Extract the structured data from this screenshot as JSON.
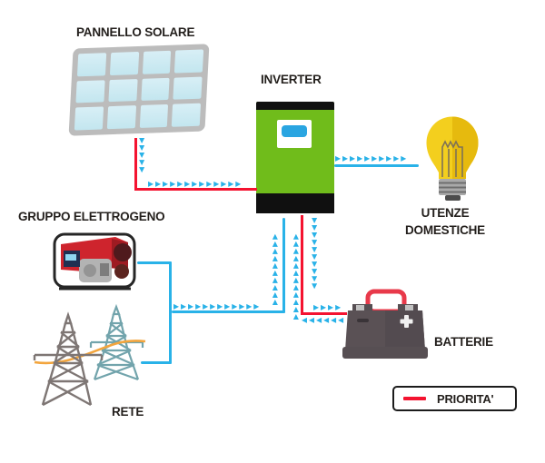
{
  "labels": {
    "solar_panel": "PANNELLO SOLARE",
    "inverter": "INVERTER",
    "household_line1": "UTENZE",
    "household_line2": "DOMESTICHE",
    "generator": "GRUPPO ELETTROGENO",
    "grid": "RETE",
    "battery": "BATTERIE"
  },
  "legend": {
    "label": "PRIORITA'",
    "line_color": "#f41330"
  },
  "icons": {
    "flow_arrow_glyph": "▸",
    "solar_panel": "solar-panel-icon",
    "inverter": "inverter-icon",
    "household": "lightbulb-icon",
    "generator": "generator-icon",
    "grid": "power-towers-icon",
    "battery": "battery-icon"
  },
  "colors": {
    "flow_cyan": "#29b2e8",
    "priority_red": "#f41330",
    "inverter_green": "#70bc1b",
    "bulb_yellow": "#f3cf1e",
    "battery_gray": "#5a5155",
    "generator_red": "#ce242d",
    "tower_gray": "#7e7674",
    "tower_teal": "#72a4ac",
    "wire_orange": "#f3a53d"
  },
  "diagram": {
    "flows": [
      {
        "id": "solar-to-inverter",
        "from": "PANNELLO SOLARE",
        "to": "INVERTER",
        "arrows": "cyan",
        "priority_line": true
      },
      {
        "id": "inverter-to-household",
        "from": "INVERTER",
        "to": "UTENZE DOMESTICHE",
        "arrows": "cyan",
        "priority_line": false
      },
      {
        "id": "generator-to-inverter",
        "from": "GRUPPO ELETTROGENO",
        "to": "INVERTER",
        "arrows": "cyan",
        "priority_line": false
      },
      {
        "id": "grid-to-inverter",
        "from": "RETE",
        "to": "INVERTER",
        "arrows": "cyan",
        "priority_line": false
      },
      {
        "id": "inverter-to-battery",
        "from": "INVERTER",
        "to": "BATTERIE",
        "arrows": "cyan",
        "priority_line": true
      },
      {
        "id": "battery-to-inverter",
        "from": "BATTERIE",
        "to": "INVERTER",
        "arrows": "cyan",
        "priority_line": false
      }
    ]
  }
}
